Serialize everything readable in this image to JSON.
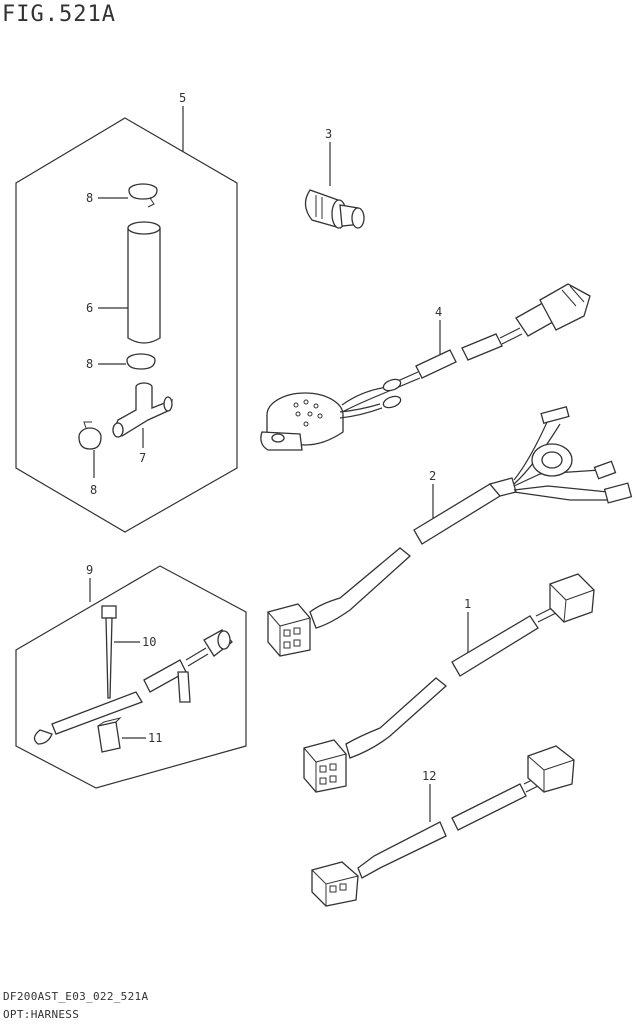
{
  "figure": {
    "title": "FIG.521A",
    "code": "DF200AST_E03_022_521A",
    "name": "OPT:HARNESS"
  },
  "callouts": {
    "c1": "1",
    "c2": "2",
    "c3": "3",
    "c4": "4",
    "c5": "5",
    "c6": "6",
    "c7": "7",
    "c8a": "8",
    "c8b": "8",
    "c8c": "8",
    "c9": "9",
    "c10": "10",
    "c11": "11",
    "c12": "12"
  }
}
